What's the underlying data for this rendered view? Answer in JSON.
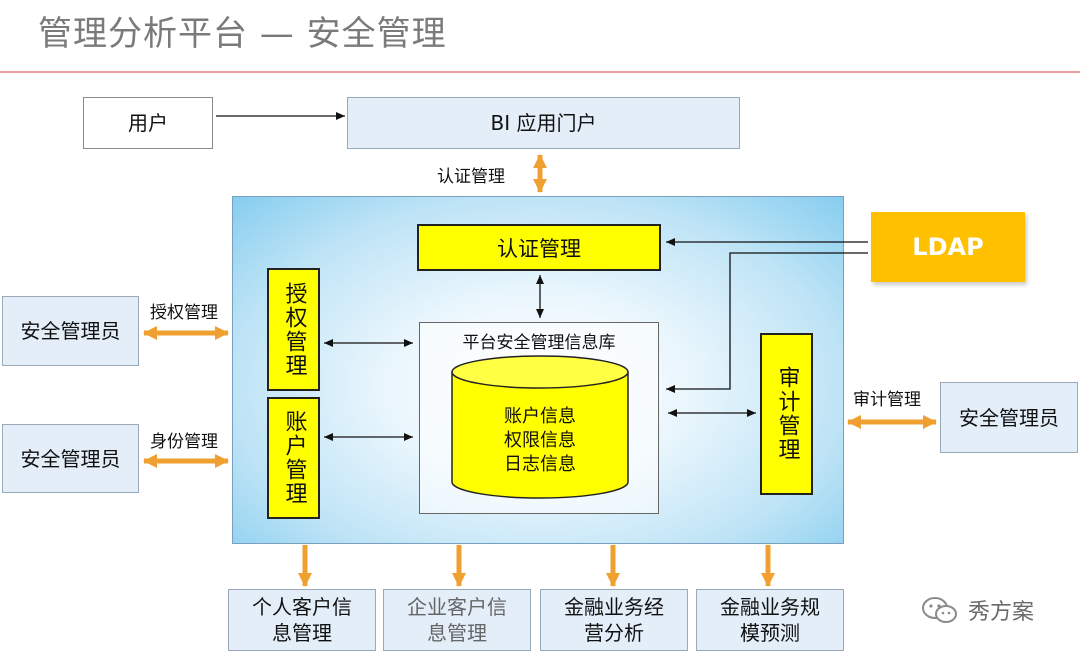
{
  "header": {
    "title": "管理分析平台 — 安全管理"
  },
  "top": {
    "user": "用户",
    "portal": "BI 应用门户",
    "auth_label": "认证管理"
  },
  "platform": {
    "auth_box": "认证管理",
    "authz_box": "授权管理",
    "account_box": "账户管理",
    "audit_box": "审计管理",
    "db_title": "平台安全管理信息库",
    "db_lines": [
      "账户信息",
      "权限信息",
      "日志信息"
    ]
  },
  "ldap": "LDAP",
  "left": {
    "admin_top": "安全管理员",
    "admin_top_label": "授权管理",
    "admin_bottom": "安全管理员",
    "admin_bottom_label": "身份管理"
  },
  "right": {
    "admin": "安全管理员",
    "label": "审计管理"
  },
  "bottom": [
    {
      "line1": "个人客户信",
      "line2": "息管理"
    },
    {
      "line1": "企业客户信",
      "line2": "息管理"
    },
    {
      "line1": "金融业务经",
      "line2": "营分析"
    },
    {
      "line1": "金融业务规",
      "line2": "模预测"
    }
  ],
  "watermark": "秀方案",
  "colors": {
    "highlight": "#ffff00",
    "ldap": "#ffc000",
    "arrow_orange": "#f0a030",
    "panel_blue": "#86cdef"
  }
}
